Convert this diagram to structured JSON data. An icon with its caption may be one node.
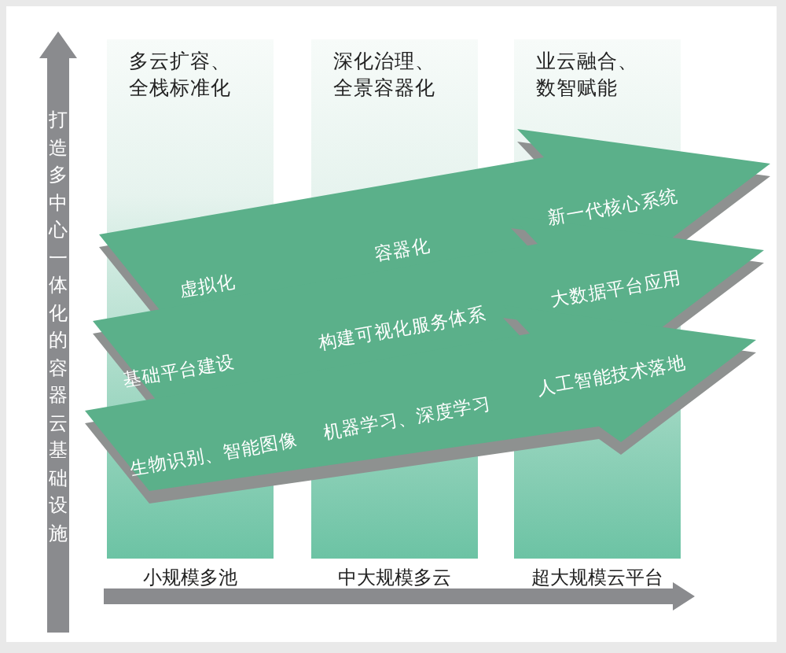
{
  "diagram": {
    "nodes": [
      {
        "text": [
          "虚拟化",
          "容器化",
          "新一代核心系统"
        ]
      },
      {
        "text": [
          "基础平台建设",
          "构建可视化服务体系",
          "大数据平台应用"
        ]
      },
      {
        "text": [
          "生物识别、智能图像",
          "机器学习、深度学习",
          "人工智能技术落地"
        ]
      }
    ],
    "labels": [
      "打造多中心一体化的容器云基础设施",
      "多云扩容、全栈标准化",
      "深化治理、全景容器化",
      "业云融合、数智赋能",
      "小规模多池",
      "中大规模多云",
      "超大规模云平台"
    ]
  }
}
